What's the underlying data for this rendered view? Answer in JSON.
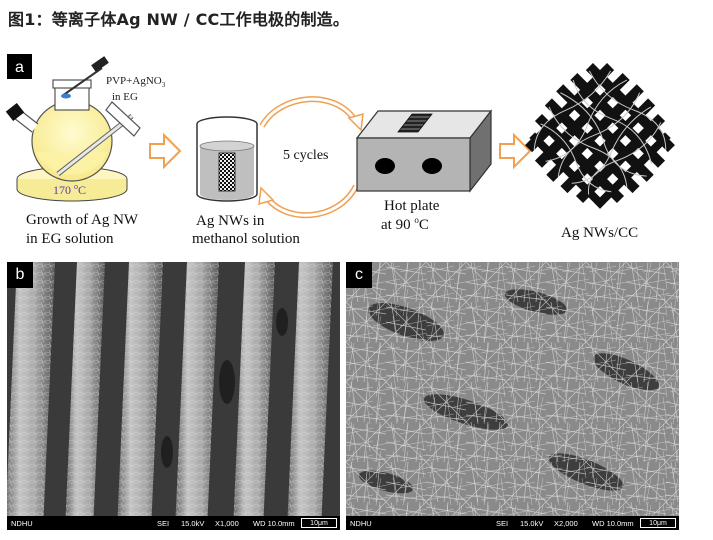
{
  "figure": {
    "title": "图1：等离子体Ag NW / CC工作电极的制造。"
  },
  "panel_a": {
    "letter": "a",
    "reagent_label_line1": "PVP+AgNO",
    "reagent_label_sub": "3",
    "reagent_label_line2": "in EG",
    "temp_value": "170 ",
    "temp_unit_sup": "o",
    "temp_unit": "C",
    "step1_line1": "Growth of Ag NW",
    "step1_line2": "in EG solution",
    "step2_line1": "Ag NWs in",
    "step2_line2": "methanol solution",
    "cycles_label": "5 cycles",
    "step3_line1": "Hot plate",
    "step3_line2_pre": "at 90 ",
    "step3_line2_sup": "o",
    "step3_line2_post": "C",
    "step4_label": "Ag NWs/CC"
  },
  "panel_b": {
    "letter": "b",
    "sem_bar": {
      "lab": "NDHU",
      "detector": "SEI",
      "voltage": "15.0kV",
      "magnification": "X1,000",
      "wd": "WD 10.0mm",
      "scale": "10μm"
    }
  },
  "panel_c": {
    "letter": "c",
    "sem_bar": {
      "lab": "NDHU",
      "detector": "SEI",
      "voltage": "15.0kV",
      "magnification": "X2,000",
      "wd": "WD 10.0mm",
      "scale": "10μm"
    }
  }
}
